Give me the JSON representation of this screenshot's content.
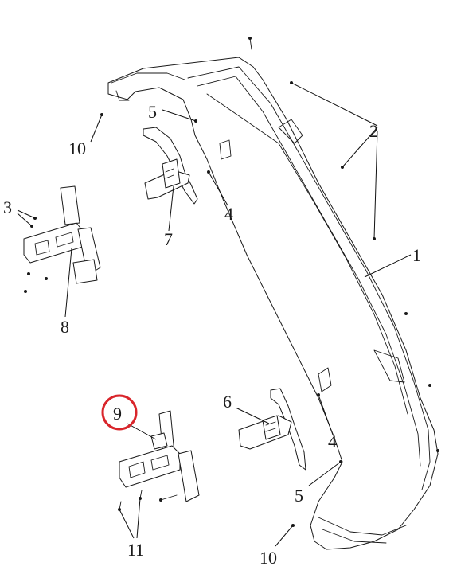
{
  "callouts": [
    {
      "id": "c1",
      "label": "1"
    },
    {
      "id": "c2",
      "label": "2"
    },
    {
      "id": "c3",
      "label": "3"
    },
    {
      "id": "c4a",
      "label": "4"
    },
    {
      "id": "c4b",
      "label": "4"
    },
    {
      "id": "c5a",
      "label": "5"
    },
    {
      "id": "c5b",
      "label": "5"
    },
    {
      "id": "c6",
      "label": "6"
    },
    {
      "id": "c7",
      "label": "7"
    },
    {
      "id": "c8",
      "label": "8"
    },
    {
      "id": "c9",
      "label": "9",
      "highlight_color": "#d9252b"
    },
    {
      "id": "c10a",
      "label": "10"
    },
    {
      "id": "c10b",
      "label": "10"
    },
    {
      "id": "c11",
      "label": "11"
    }
  ],
  "colors": {
    "line": "#1a1a1a",
    "highlight": "#d9252b",
    "background": "#ffffff"
  }
}
